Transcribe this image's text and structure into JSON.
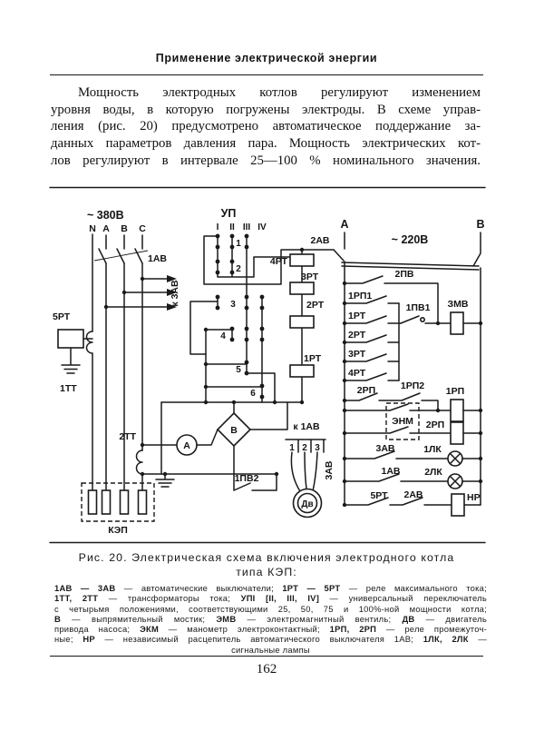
{
  "page": {
    "header": "Применение электрической энергии",
    "paragraph_lines": [
      "Мощность электродных котлов регулируют изменением",
      "уровня воды, в которую погружены электроды. В схеме управ-",
      "ления (рис. 20) предусмотрено автоматическое поддержание за-",
      "данных параметров давления пара. Мощность электрических кот-",
      "лов регулируют в интервале 25—100 % номинального значения."
    ],
    "page_number": "162"
  },
  "figure": {
    "caption_line1": "Рис. 20. Электрическая схема включения электродного котла",
    "caption_line2": "типа КЭП:",
    "legend_lines": [
      {
        "center": false,
        "segs": [
          {
            "b": 1,
            "t": "1АВ — 3АВ"
          },
          {
            "t": " — автоматические выключатели; "
          },
          {
            "b": 1,
            "t": "1РТ — 5РТ"
          },
          {
            "t": " — реле максимального тока;"
          }
        ]
      },
      {
        "center": false,
        "segs": [
          {
            "b": 1,
            "t": "1ТТ, 2ТТ"
          },
          {
            "t": " — трансформаторы тока; "
          },
          {
            "b": 1,
            "t": "УПI [II, III, IV]"
          },
          {
            "t": " — универсальный переключатель"
          }
        ]
      },
      {
        "center": false,
        "segs": [
          {
            "t": "с четырьмя положениями, соответствующими 25, 50, 75 и 100%-ной мощности котла;"
          }
        ]
      },
      {
        "center": false,
        "segs": [
          {
            "b": 1,
            "t": "В"
          },
          {
            "t": " — выпрямительный мостик; "
          },
          {
            "b": 1,
            "t": "ЭМВ"
          },
          {
            "t": " — электромагнитный вентиль; "
          },
          {
            "b": 1,
            "t": "ДВ"
          },
          {
            "t": " — двигатель"
          }
        ]
      },
      {
        "center": false,
        "segs": [
          {
            "t": "привода насоса; "
          },
          {
            "b": 1,
            "t": "ЭКМ"
          },
          {
            "t": " — манометр электроконтактный; "
          },
          {
            "b": 1,
            "t": "1РП, 2РП"
          },
          {
            "t": " — реле промежуточ-"
          }
        ]
      },
      {
        "center": false,
        "segs": [
          {
            "t": "ные; "
          },
          {
            "b": 1,
            "t": "НР"
          },
          {
            "t": " — независимый расцепитель автоматического выключателя 1АВ; "
          },
          {
            "b": 1,
            "t": "1ЛК, 2ЛК"
          },
          {
            "t": " —"
          }
        ]
      },
      {
        "center": true,
        "segs": [
          {
            "t": "сигнальные лампы"
          }
        ]
      }
    ],
    "labels": {
      "v380": "~ 380В",
      "phN": "N",
      "phA": "А",
      "phB": "В",
      "phC": "С",
      "br1av": "1АВ",
      "k3av": "к 3АВ",
      "r5rt": "5РТ",
      "t1tt": "1ТТ",
      "t2tt": "2ТТ",
      "kep": "КЭП",
      "up": "УП",
      "c1": "I",
      "c2": "II",
      "c3": "III",
      "c4": "IV",
      "p1": "1",
      "p2": "2",
      "p3": "3",
      "p4": "4",
      "p5": "5",
      "p6": "6",
      "rc4": "4РТ",
      "rc3": "3РТ",
      "rc2": "2РТ",
      "rc1": "1РТ",
      "br2av": "2АВ",
      "termA": "А",
      "termB": "В",
      "v220": "~ 220В",
      "sw2pv": "2ПВ",
      "sw1rp1": "1РП1",
      "sw1pv1": "1ПВ1",
      "zmv": "ЗМВ",
      "sw1rt": "1РТ",
      "sw2rt": "2РТ",
      "sw3rt": "3РТ",
      "sw4rt": "4РТ",
      "sw2rp": "2РП",
      "sw1rp2": "1РП2",
      "coil1rp": "1РП",
      "enm": "ЭНМ",
      "coil2rp": "2РП",
      "sw3av": "3АВ",
      "lk1": "1ЛК",
      "sw1av": "1АВ",
      "lk2": "2ЛК",
      "sw5rt": "5РТ",
      "sw2av": "2АВ",
      "nr": "НР",
      "amm": "А",
      "rectB": "В",
      "sw1pv2": "1ПВ2",
      "k1av": "к 1АВ",
      "m1": "1",
      "m2": "2",
      "m3": "3",
      "r3av": "3АВ",
      "dv": "Дв"
    }
  }
}
